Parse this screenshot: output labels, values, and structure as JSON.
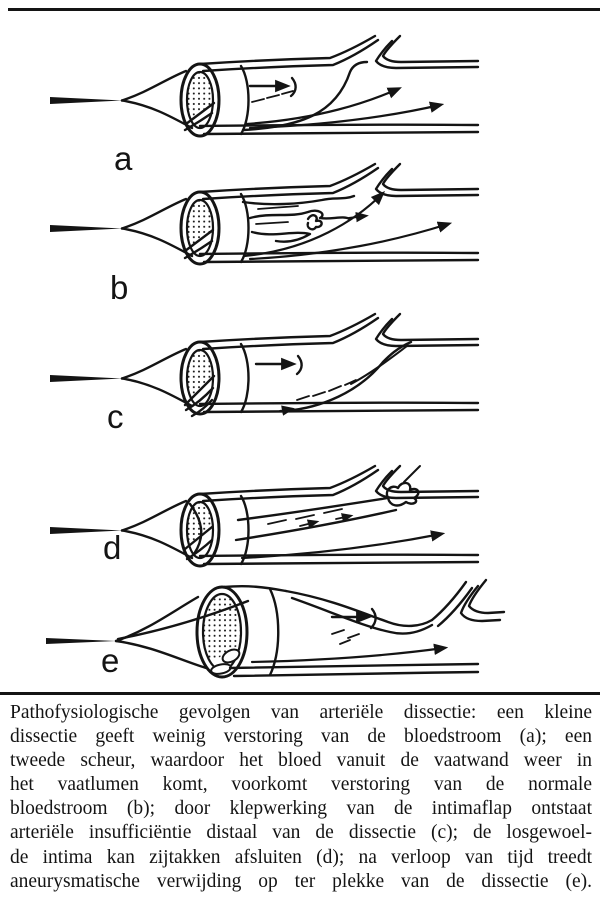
{
  "ink_color": "#141414",
  "paper_color": "#ffffff",
  "figure": {
    "panels": [
      {
        "label": "a"
      },
      {
        "label": "b"
      },
      {
        "label": "c"
      },
      {
        "label": "d"
      },
      {
        "label": "e"
      }
    ]
  },
  "caption": {
    "lines": [
      "Pathofysiologische gevolgen van arteriële dissectie: een kleine",
      "dissectie geeft weinig verstoring van de bloedstroom (a); een",
      "tweede scheur, waardoor het bloed vanuit de vaatwand weer in",
      "het vaatlumen komt, voorkomt verstoring van de normale",
      "bloedstroom (b); door klepwerking van de intimaflap ontstaat",
      "arteriële insufficiëntie distaal van de dissectie (c); de losgewoel-",
      "de intima kan zijtakken afsluiten (d); na verloop van tijd treedt",
      "aneurysmatische verwijding op ter plekke van de dissectie (e)."
    ]
  }
}
